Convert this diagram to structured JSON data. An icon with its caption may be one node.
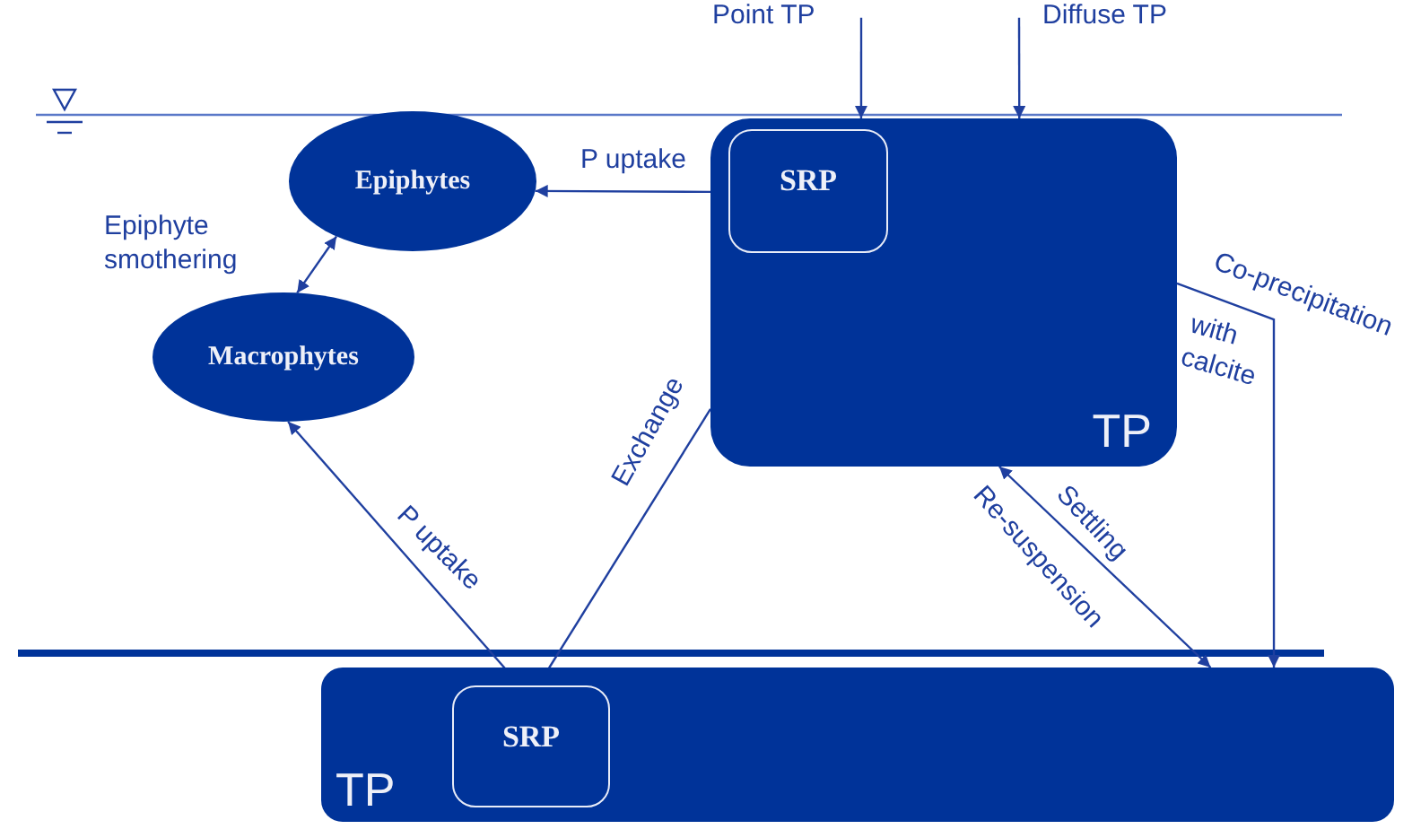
{
  "diagram": {
    "nodes": [
      {
        "text": [
          "Point TP"
        ]
      },
      {
        "text": [
          "Diffuse TP"
        ]
      },
      {
        "text": [
          "TP"
        ]
      },
      {
        "text": [
          "SRP"
        ],
        "in": 2
      },
      {
        "text": [
          "Epiphytes"
        ]
      },
      {
        "text": [
          "Macrophytes"
        ]
      },
      {
        "text": [
          "TP"
        ]
      },
      {
        "text": [
          "SRP"
        ],
        "in": 6
      }
    ],
    "edges": [
      {
        "from": 0,
        "to": 2,
        "arrow": "to"
      },
      {
        "from": 1,
        "to": 2,
        "arrow": "to"
      },
      {
        "from": 2,
        "to": 4,
        "arrow": "to",
        "label": "P uptake"
      },
      {
        "from": 4,
        "to": 5,
        "arrow": "both",
        "label": "Epiphyte smothering"
      },
      {
        "from": 7,
        "to": 5,
        "arrow": "to",
        "label": "P uptake"
      },
      {
        "from": 7,
        "to": 2,
        "arrow": "none",
        "label": "Exchange"
      },
      {
        "from": 2,
        "to": 6,
        "arrow": "both",
        "label": "Settling"
      },
      {
        "from": 2,
        "to": 6,
        "arrow": "to",
        "label": "Co-precipitation"
      }
    ],
    "labels": [
      "Re-suspension",
      "with calcite"
    ]
  }
}
